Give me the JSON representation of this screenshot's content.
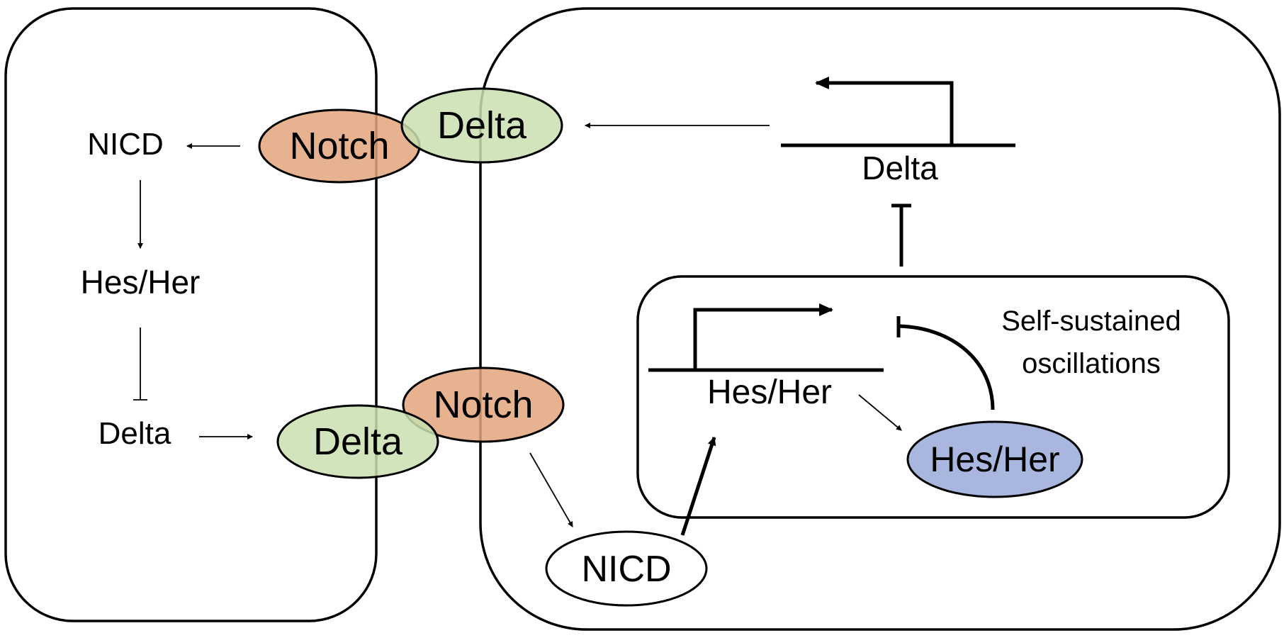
{
  "colors": {
    "notch": "#e3a57c",
    "delta": "#c9dfb0",
    "hes_her_protein": "#a8b6e0",
    "nicd_protein": "#ffffff",
    "line": "#000000"
  },
  "left_cell": {
    "nicd_label": "NICD",
    "hes_her_label": "Hes/Her",
    "delta_label": "Delta",
    "notch_receptor": "Notch",
    "delta_ligand": "Delta"
  },
  "right_cell": {
    "delta_ligand": "Delta",
    "notch_receptor": "Notch",
    "delta_gene_label": "Delta",
    "nicd_protein": "NICD",
    "oscillator": {
      "title_line1": "Self-sustained",
      "title_line2": "oscillations",
      "hes_her_gene_label": "Hes/Her",
      "hes_her_protein": "Hes/Her"
    }
  }
}
